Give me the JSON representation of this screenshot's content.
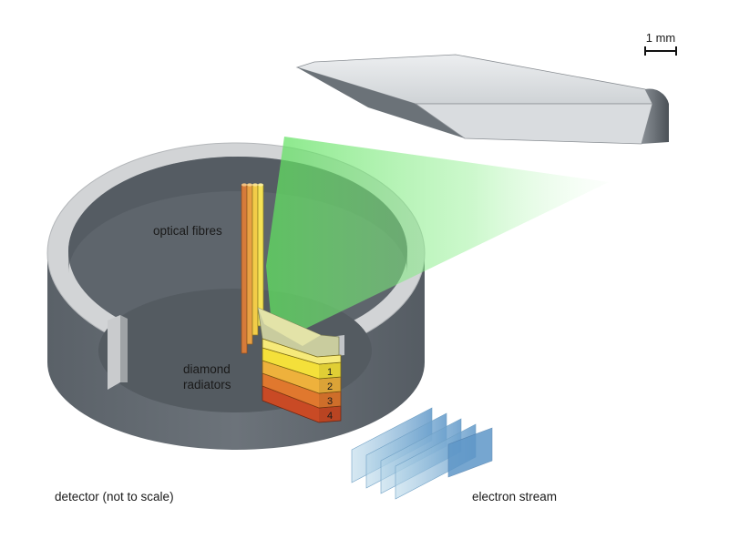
{
  "labels": {
    "scale_bar": "1 mm",
    "optical_fibres": "optical fibres",
    "diamond_line1": "diamond",
    "diamond_line2": "radiators",
    "detector": "detector (not to scale)",
    "electron_stream": "electron stream"
  },
  "radiator_numbers": [
    "1",
    "2",
    "3",
    "4"
  ],
  "colors": {
    "detector_body": "#646b72",
    "detector_rim": "#d2d4d6",
    "beam_green": "#7dec7d",
    "radiator_1": "#f4e03a",
    "radiator_2": "#eeb13c",
    "radiator_3": "#e0782e",
    "radiator_4": "#c94a25",
    "electron_sheet": "#8fbcd8"
  }
}
